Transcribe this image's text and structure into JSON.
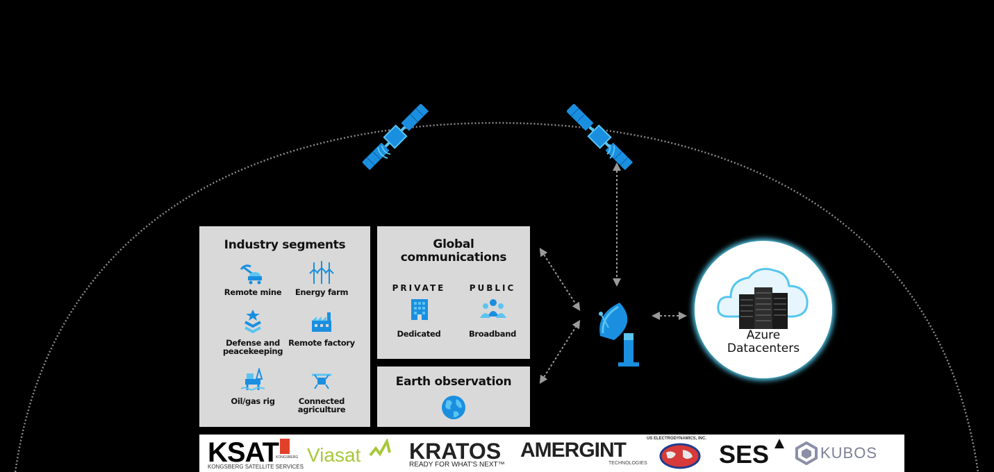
{
  "industry": {
    "title": "Industry segments",
    "items": [
      {
        "label": "Remote mine",
        "icon": "mine-cart-icon"
      },
      {
        "label": "Energy farm",
        "icon": "wind-turbine-icon"
      },
      {
        "label": "Defense and peacekeeping",
        "icon": "military-rank-icon"
      },
      {
        "label": "Remote factory",
        "icon": "factory-icon"
      },
      {
        "label": "Oil/gas rig",
        "icon": "oil-rig-icon"
      },
      {
        "label": "Connected agriculture",
        "icon": "drone-icon"
      }
    ]
  },
  "communications": {
    "title": "Global communications",
    "private_label": "PRIVATE",
    "public_label": "PUBLIC",
    "dedicated_label": "Dedicated",
    "broadband_label": "Broadband"
  },
  "earth": {
    "title": "Earth observation"
  },
  "azure": {
    "line1": "Azure",
    "line2": "Datacenters"
  },
  "partners": {
    "ksat": "KSAT",
    "ksat_sub": "KONGSBERG SATELLITE SERVICES",
    "ksat_tag": "KONGSBERG",
    "viasat": "Viasat",
    "kratos": "KRATOS",
    "kratos_sub": "READY FOR WHAT'S NEXT™",
    "amergint": "AMERGINT",
    "amergint_sub": "TECHNOLOGIES",
    "usedc": "US ELECTRODYNAMICS, INC.",
    "ses": "SES",
    "kubos": "KUBOS"
  },
  "colors": {
    "background": "#000000",
    "panel": "#d9d9d9",
    "icon_blue": "#1a8fe0",
    "icon_light": "#5bc4f1",
    "azure_glow": "#55d0f2",
    "arrow": "#9a9a9a"
  }
}
